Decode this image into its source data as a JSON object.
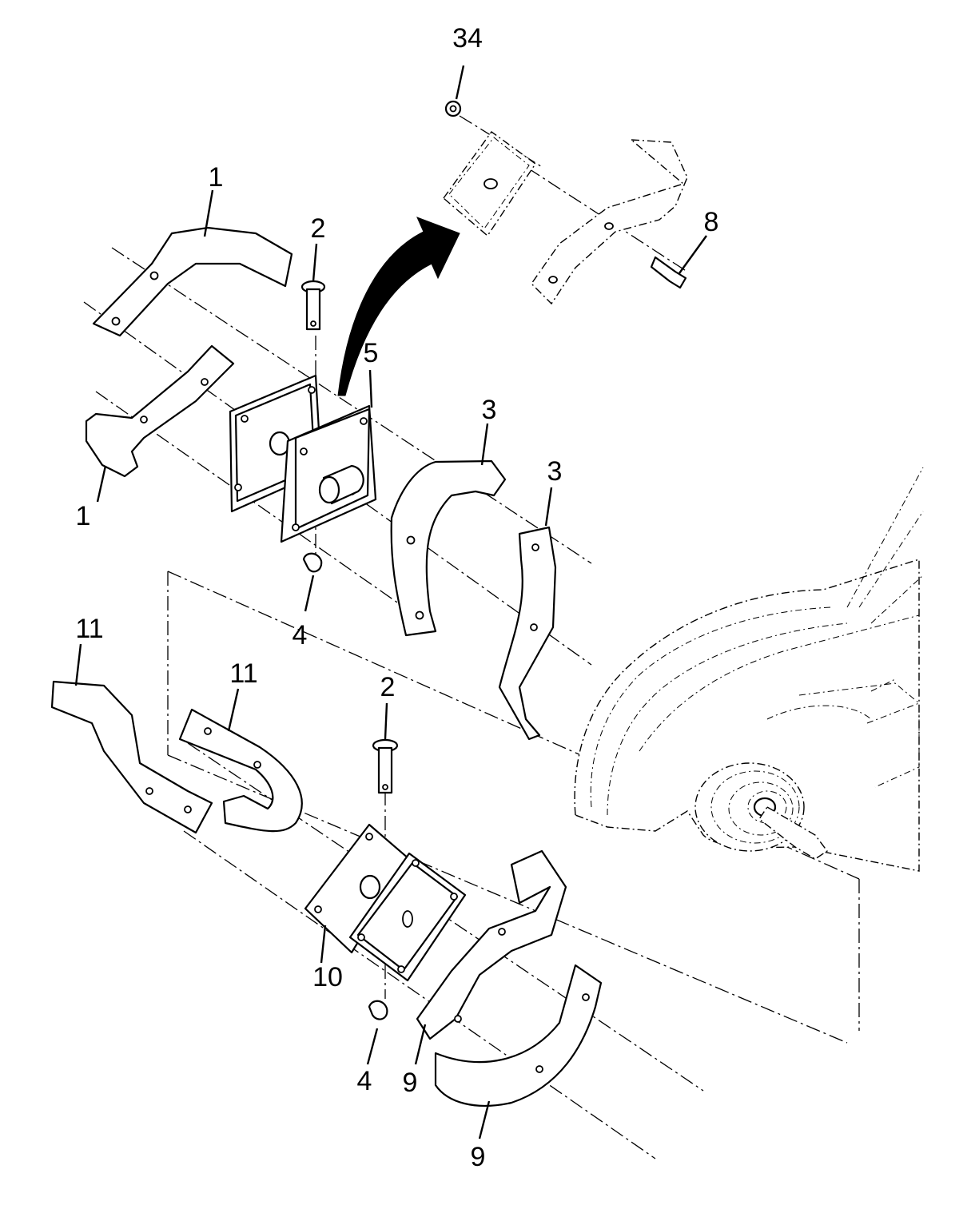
{
  "diagram": {
    "labels": {
      "p34": "34",
      "p8": "8",
      "p1_top": "1",
      "p1_left": "1",
      "p2_top": "2",
      "p2_bottom": "2",
      "p5": "5",
      "p3_a": "3",
      "p3_b": "3",
      "p4_top": "4",
      "p4_bottom": "4",
      "p11_left": "11",
      "p11_mid": "11",
      "p10": "10",
      "p9_a": "9",
      "p9_b": "9"
    }
  }
}
